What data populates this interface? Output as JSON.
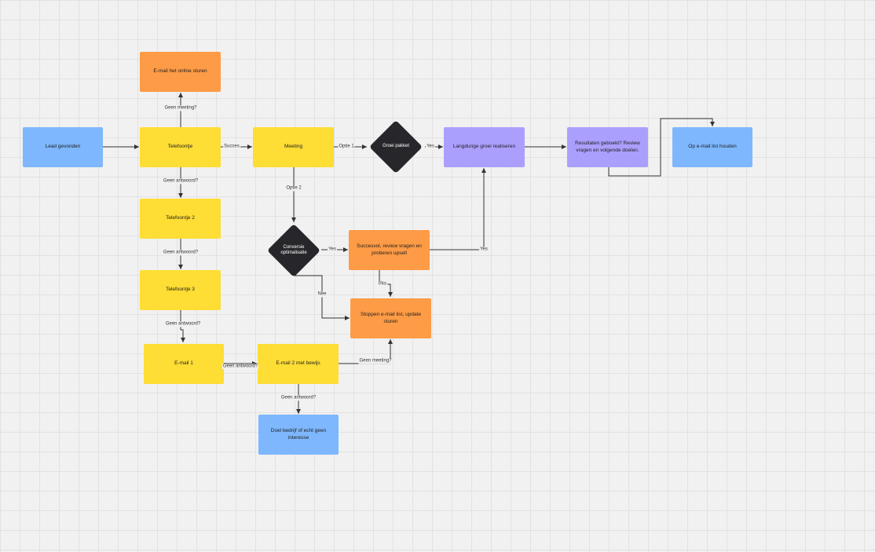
{
  "colors": {
    "yellow": "#fedd34",
    "orange": "#fe9b46",
    "blue": "#7eb7fd",
    "purple": "#ab9ffd",
    "decision": "#27272b",
    "connector": "#333333",
    "canvas": "#f1f1f1"
  },
  "nodes": {
    "lead": "Lead gevonden",
    "email_fail": "E-mail het online sturen",
    "call1": "Telefoontje",
    "meeting": "Meeting",
    "groei_pakket": "Groei pakket",
    "langdurige": "Langdurige groei realiseren",
    "resultaten": "Resultaten geboekt? Review vragen en volgende doelen.",
    "email_houden": "Op e-mail list houden",
    "call2": "Telefoontje 2",
    "call3": "Telefoontje 3",
    "conversie": "Conversie optimalisatie",
    "succesvol": "Succesvol, review vragen en proberen upsell",
    "stuur_email": "Stoppen e-mail list, update sturen",
    "email1": "E-mail 1",
    "email2": "E-mail 2 met bewijs",
    "doel": "Doel bedrijf of echt geen interesse"
  },
  "labels": {
    "geen_meeting_top": "Geen meeting?",
    "succes": "Succes",
    "optie1": "Optie 1",
    "yes_pakket": "Yes",
    "geen_antwoord_1": "Geen antwoord?",
    "optie2": "Optie 2",
    "yes_conversie": "Yes",
    "yes_upsell": "Yes",
    "no_upsell": "No",
    "nee_conversie": "Nee",
    "geen_antwoord_2": "Geen antwoord?",
    "geen_antwoord_3": "Geen antwoord?",
    "geen_antwoord_email1": "Geen antwoord?",
    "geen_meeting_email2": "Geen meeting?",
    "geen_antwoord_email2": "Geen antwoord?"
  }
}
